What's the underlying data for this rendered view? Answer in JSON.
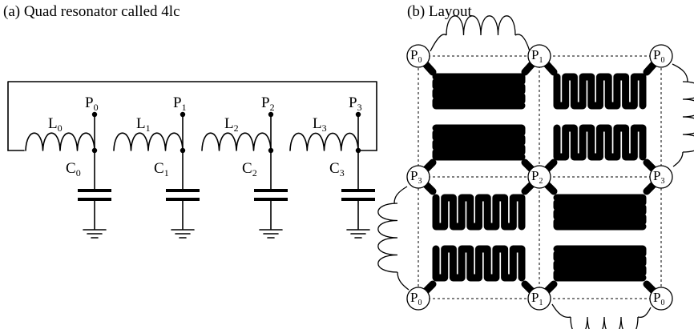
{
  "panel_a": {
    "title": "(a) Quad resonator called 4lc",
    "nodes": [
      {
        "port": "P",
        "port_sub": "0",
        "ind": "L",
        "ind_sub": "0",
        "cap": "C",
        "cap_sub": "0"
      },
      {
        "port": "P",
        "port_sub": "1",
        "ind": "L",
        "ind_sub": "1",
        "cap": "C",
        "cap_sub": "1"
      },
      {
        "port": "P",
        "port_sub": "2",
        "ind": "L",
        "ind_sub": "2",
        "cap": "C",
        "cap_sub": "2"
      },
      {
        "port": "P",
        "port_sub": "3",
        "ind": "L",
        "ind_sub": "3",
        "cap": "C",
        "cap_sub": "3"
      }
    ]
  },
  "panel_b": {
    "title": "(b) Layout",
    "ports": [
      {
        "p": "P",
        "sub": "0"
      },
      {
        "p": "P",
        "sub": "1"
      },
      {
        "p": "P",
        "sub": "0"
      },
      {
        "p": "P",
        "sub": "3"
      },
      {
        "p": "P",
        "sub": "2"
      },
      {
        "p": "P",
        "sub": "3"
      },
      {
        "p": "P",
        "sub": "0"
      },
      {
        "p": "P",
        "sub": "1"
      },
      {
        "p": "P",
        "sub": "0"
      }
    ]
  }
}
